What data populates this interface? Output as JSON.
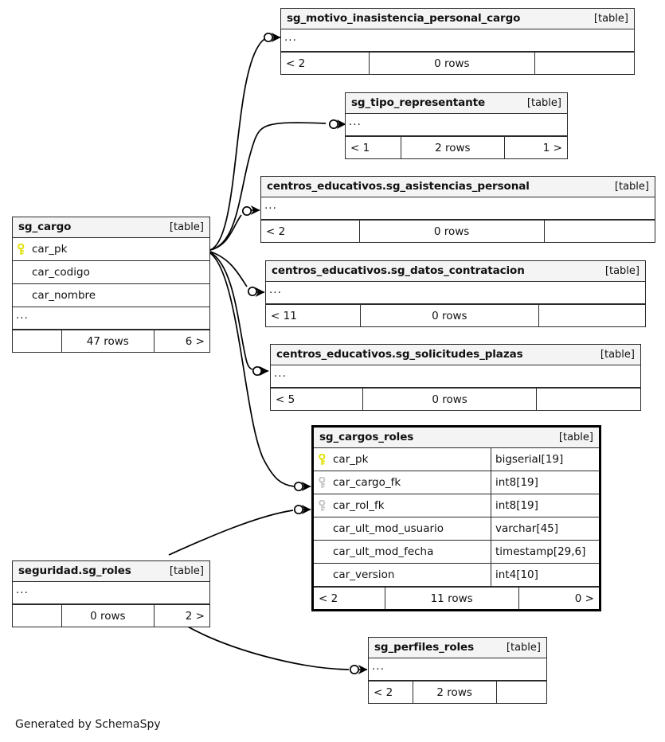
{
  "diagram": {
    "kind": "schemaspy-er-diagram",
    "credit": "Generated by SchemaSpy",
    "type_tag": "[table]",
    "ellipsis": "...",
    "colors": {
      "background": "#ffffff",
      "table_border": "#2b2b2b",
      "header_fill": "#f4f4f4",
      "focus_border": "#000000",
      "pk_key": "#e5e500",
      "fk_key": "#c0c0c0",
      "edge": "#000000",
      "text": "#111111"
    }
  },
  "tables": [
    {
      "id": "sg_motivo_inasistencia_personal_cargo",
      "name": "sg_motivo_inasistencia_personal_cargo",
      "type": "[table]",
      "focus": false,
      "columns": [],
      "has_ellipsis_row": true,
      "footer": {
        "left": "< 2",
        "middle": "0 rows",
        "right": ""
      }
    },
    {
      "id": "sg_tipo_representante",
      "name": "sg_tipo_representante",
      "type": "[table]",
      "focus": false,
      "columns": [],
      "has_ellipsis_row": true,
      "footer": {
        "left": "< 1",
        "middle": "2 rows",
        "right": "1 >"
      }
    },
    {
      "id": "centros_educativos.sg_asistencias_personal",
      "name": "centros_educativos.sg_asistencias_personal",
      "type": "[table]",
      "focus": false,
      "columns": [],
      "has_ellipsis_row": true,
      "footer": {
        "left": "< 2",
        "middle": "0 rows",
        "right": ""
      }
    },
    {
      "id": "centros_educativos.sg_datos_contratacion",
      "name": "centros_educativos.sg_datos_contratacion",
      "type": "[table]",
      "focus": false,
      "columns": [],
      "has_ellipsis_row": true,
      "footer": {
        "left": "< 11",
        "middle": "0 rows",
        "right": ""
      }
    },
    {
      "id": "centros_educativos.sg_solicitudes_plazas",
      "name": "centros_educativos.sg_solicitudes_plazas",
      "type": "[table]",
      "focus": false,
      "columns": [],
      "has_ellipsis_row": true,
      "footer": {
        "left": "< 5",
        "middle": "0 rows",
        "right": ""
      }
    },
    {
      "id": "sg_cargo",
      "name": "sg_cargo",
      "type": "[table]",
      "focus": false,
      "columns": [
        {
          "name": "car_pk",
          "key": "pk",
          "type": ""
        },
        {
          "name": "car_codigo",
          "key": "none",
          "type": ""
        },
        {
          "name": "car_nombre",
          "key": "none",
          "type": ""
        }
      ],
      "has_ellipsis_row": true,
      "footer": {
        "left": "",
        "middle": "47 rows",
        "right": "6 >"
      }
    },
    {
      "id": "sg_cargos_roles",
      "name": "sg_cargos_roles",
      "type": "[table]",
      "focus": true,
      "columns": [
        {
          "name": "car_pk",
          "key": "pk",
          "type": "bigserial[19]"
        },
        {
          "name": "car_cargo_fk",
          "key": "fk",
          "type": "int8[19]"
        },
        {
          "name": "car_rol_fk",
          "key": "fk",
          "type": "int8[19]"
        },
        {
          "name": "car_ult_mod_usuario",
          "key": "none",
          "type": "varchar[45]"
        },
        {
          "name": "car_ult_mod_fecha",
          "key": "none",
          "type": "timestamp[29,6]"
        },
        {
          "name": "car_version",
          "key": "none",
          "type": "int4[10]"
        }
      ],
      "has_ellipsis_row": false,
      "footer": {
        "left": "< 2",
        "middle": "11 rows",
        "right": "0 >"
      }
    },
    {
      "id": "seguridad.sg_roles",
      "name": "seguridad.sg_roles",
      "type": "[table]",
      "focus": false,
      "columns": [],
      "has_ellipsis_row": true,
      "footer": {
        "left": "",
        "middle": "0 rows",
        "right": "2 >"
      }
    },
    {
      "id": "sg_perfiles_roles",
      "name": "sg_perfiles_roles",
      "type": "[table]",
      "focus": false,
      "columns": [],
      "has_ellipsis_row": true,
      "footer": {
        "left": "< 2",
        "middle": "2 rows",
        "right": ""
      }
    }
  ],
  "relationships": [
    {
      "from": "sg_cargo",
      "to": "sg_motivo_inasistencia_personal_cargo"
    },
    {
      "from": "sg_cargo",
      "to": "sg_tipo_representante"
    },
    {
      "from": "sg_cargo",
      "to": "centros_educativos.sg_asistencias_personal"
    },
    {
      "from": "sg_cargo",
      "to": "centros_educativos.sg_datos_contratacion"
    },
    {
      "from": "sg_cargo",
      "to": "centros_educativos.sg_solicitudes_plazas"
    },
    {
      "from": "sg_cargo",
      "to": "sg_cargos_roles"
    },
    {
      "from": "seguridad.sg_roles",
      "to": "sg_cargos_roles"
    },
    {
      "from": "seguridad.sg_roles",
      "to": "sg_perfiles_roles"
    }
  ]
}
